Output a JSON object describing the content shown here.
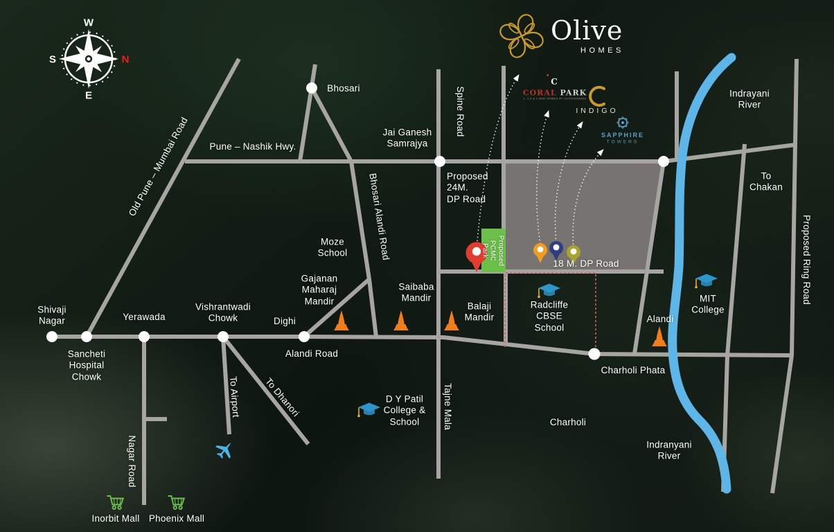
{
  "brand": {
    "name": "Olive",
    "type": "HOMES"
  },
  "compass": {
    "w": "W",
    "n": "N",
    "e": "E",
    "s": "S"
  },
  "nearby_projects": {
    "coral": {
      "icon_letter": "C",
      "word1": "CORAL",
      "word2": "PARK",
      "tagline": "1, 1.5 & 2 BHK HOMES AT CHOVISAWADI"
    },
    "indigo": {
      "title": "INDIGO"
    },
    "sapphire": {
      "title": "SAPPHIRE",
      "sub": "TOWERS"
    }
  },
  "labels": {
    "bhosari": "Bhosari",
    "pune_nashik_hwy": "Pune – Nashik Hwy.",
    "jai_ganesh": "Jai Ganesh\nSamrajya",
    "spine_road": "Spine Road",
    "proposed_24m_dp_road": "Proposed\n24M.\nDP Road",
    "indrayani_river": "Indrayani\nRiver",
    "to_chakan": "To\nChakan",
    "proposed_ring_road": "Proposed Ring Road",
    "old_pune_mumbai_road": "Old Pune – Mumbai Road",
    "bhosari_alandi_road": "Bhosari Alandi Road",
    "moze_school": "Moze\nSchool",
    "gajanan_maharaj_mandir": "Gajanan\nMaharaj\nMandir",
    "saibaba_mandir": "Saibaba\nMandir",
    "dighi": "Dighi",
    "vishrantwadi_chowk": "Vishrantwadi\nChowk",
    "yerawada": "Yerawada",
    "shivaji_nagar": "Shivaji\nNagar",
    "sancheti_hospital_chowk": "Sancheti\nHospital\nChowk",
    "alandi_road": "Alandi Road",
    "to_airport": "To Airport",
    "to_dhanori": "To Dhanori",
    "nagar_road": "Nagar Road",
    "inorbit_mall": "Inorbit Mall",
    "phoenix_mall": "Phoenix Mall",
    "dy_patil": "D Y Patil\nCollege &\nSchool",
    "tajne_mala": "Tajne Mala",
    "balaji_mandir": "Balaji\nMandir",
    "pcmc_park": "Proposed\nPCMC\nPark",
    "dp_road_18m": "18 M. DP Road",
    "radcliffe_school": "Radcliffe\nCBSE\nSchool",
    "charholi": "Charholi",
    "charholi_phata": "Charholi Phata",
    "alandi": "Alandi",
    "mit_college": "MIT\nCollege",
    "indranyani_river": "Indranyani\nRiver"
  },
  "colors": {
    "brand_gold": "#c9992e",
    "river_blue": "#5db5e8",
    "park_green": "#6cc04a",
    "road_gray": "#a7a5a1",
    "plot_gray": "#7b7775",
    "pin_red": "#e23b30",
    "pin_orange": "#f09c1e",
    "pin_navy": "#2d3f7f",
    "pin_olive": "#a8a430",
    "temple_orange": "#f07d1e",
    "boundary_red": "#d85c5c",
    "compass_n_red": "#e8201d",
    "school_blue": "#2f96cc"
  }
}
